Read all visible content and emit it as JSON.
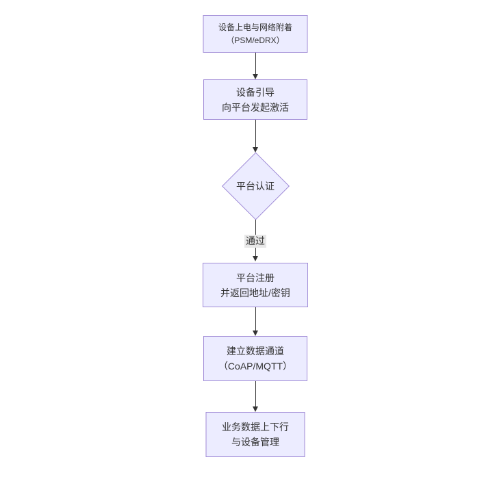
{
  "diagram": {
    "type": "flowchart",
    "direction": "top-down",
    "colors": {
      "background": "#ffffff",
      "node_fill": "#ECECFF",
      "node_border": "#9f8ad6",
      "arrow": "#333333",
      "text": "#333333",
      "edge_label_bg": "#e8e8e8"
    },
    "nodes": [
      {
        "id": "power-attach",
        "shape": "rect",
        "line1": "设备上电与网络附着",
        "line2": "（PSM/eDRX）"
      },
      {
        "id": "bootstrap-activate",
        "shape": "rect",
        "line1": "设备引导",
        "line2": "向平台发起激活"
      },
      {
        "id": "platform-auth",
        "shape": "diamond",
        "line1": "平台认证"
      },
      {
        "id": "platform-register",
        "shape": "rect",
        "line1": "平台注册",
        "line2": "并返回地址/密钥"
      },
      {
        "id": "data-channel",
        "shape": "rect",
        "line1": "建立数据通道",
        "line2": "（CoAP/MQTT）"
      },
      {
        "id": "business-data",
        "shape": "rect",
        "line1": "业务数据上下行",
        "line2": "与设备管理"
      }
    ],
    "edge_labels": [
      {
        "on": "platform-auth -> platform-register",
        "text": "通过"
      }
    ]
  }
}
